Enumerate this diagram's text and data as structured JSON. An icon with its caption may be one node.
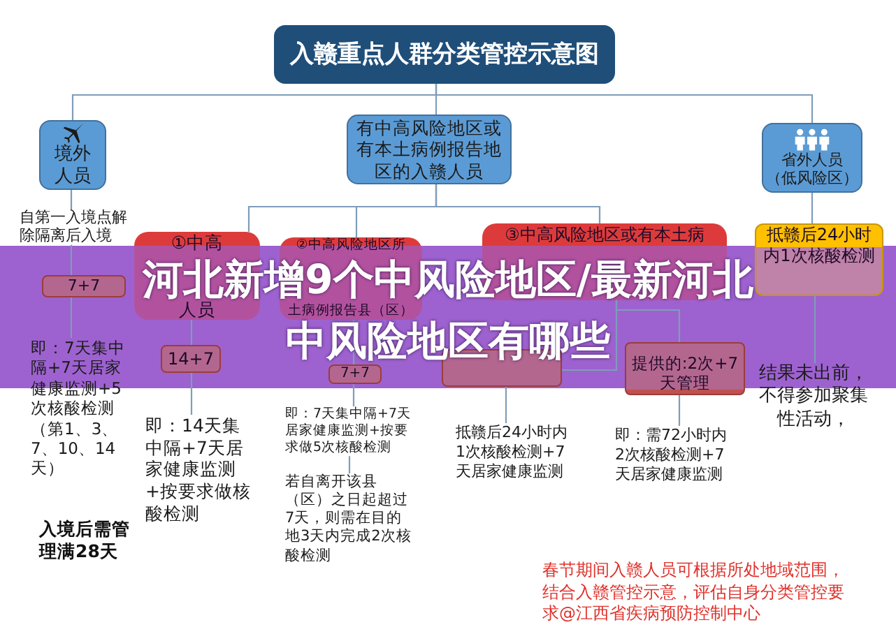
{
  "diagram": {
    "nodes": [
      {
        "text": [
          "入赣重点人群分类管控示意图"
        ]
      },
      {
        "text": [
          "境外人员"
        ]
      },
      {
        "text": [
          "有中高风险地区或有本土病例报告地区的入赣人员"
        ]
      },
      {
        "text": [
          "省外人员（低风险区）"
        ]
      },
      {
        "text": [
          "自第一入境点解除隔离后入境"
        ]
      },
      {
        "text": [
          "①中高",
          "人员"
        ]
      },
      {
        "text": [
          "②中高风险地区所",
          "土病例报告县（区）"
        ]
      },
      {
        "text": [
          "③中高风险地区或有本土病"
        ]
      },
      {
        "text": [
          "抵赣后24小时内1次核酸检测"
        ]
      },
      {
        "text": [
          "7+7"
        ]
      },
      {
        "text": [
          "14+7"
        ]
      },
      {
        "text": [
          "7+7"
        ]
      },
      {
        "text": [],
        "shape": "box"
      },
      {
        "text": [
          "提供的:2次+7天管理"
        ]
      },
      {
        "text": [
          "即：7天集中隔+7天居家健康监测+5次核酸检测（第1、3、7、10、14天）"
        ]
      },
      {
        "text": [
          "结果未出前，不得参加聚集性活动，"
        ]
      },
      {
        "text": [
          "即：14天集中隔+7天居家健康监测+按要求做核酸检测"
        ]
      },
      {
        "text": [
          "即：7天集中隔+7天居家健康监测+按要求做5次核酸检测"
        ]
      },
      {
        "text": [
          "抵赣后24小时内1次核酸检测+7天居家健康监测"
        ]
      },
      {
        "text": [
          "即：需72小时内2次核酸检测+7天居家健康监测"
        ]
      },
      {
        "text": [
          "若自离开该县（区）之日起超过7天，则需在目的地3天内完成2次核酸检测"
        ]
      }
    ],
    "edges": [
      {
        "from": 0,
        "to": 1,
        "arrow": "none"
      },
      {
        "from": 0,
        "to": 2,
        "arrow": "none"
      },
      {
        "from": 0,
        "to": 3,
        "arrow": "none"
      },
      {
        "from": 1,
        "to": 4,
        "arrow": "none"
      },
      {
        "from": 4,
        "to": 9,
        "arrow": "none"
      },
      {
        "from": 9,
        "to": 14,
        "arrow": "none"
      },
      {
        "from": 2,
        "to": 5,
        "arrow": "none"
      },
      {
        "from": 2,
        "to": 6,
        "arrow": "none"
      },
      {
        "from": 2,
        "to": 7,
        "arrow": "none"
      },
      {
        "from": 5,
        "to": 10,
        "arrow": "none"
      },
      {
        "from": 10,
        "to": 16,
        "arrow": "none"
      },
      {
        "from": 6,
        "to": 11,
        "arrow": "none"
      },
      {
        "from": 11,
        "to": 17,
        "arrow": "none"
      },
      {
        "from": 17,
        "to": 20,
        "arrow": "none"
      },
      {
        "from": 7,
        "to": 12,
        "arrow": "none"
      },
      {
        "from": 7,
        "to": 13,
        "arrow": "none"
      },
      {
        "from": 12,
        "to": 18,
        "arrow": "none"
      },
      {
        "from": 13,
        "to": 19,
        "arrow": "none"
      },
      {
        "from": 3,
        "to": 8,
        "arrow": "none"
      },
      {
        "from": 8,
        "to": 15,
        "arrow": "none"
      }
    ],
    "labels": [
      "河北新增9个中风险地区/最新河北",
      "中风险地区有哪些",
      "入境后需管理满28天",
      "春节期间入赣人员可根据所处地域范围，结合入赣管控示意，评估自身分类管控要求@江西省疾病预防控制中心"
    ]
  }
}
